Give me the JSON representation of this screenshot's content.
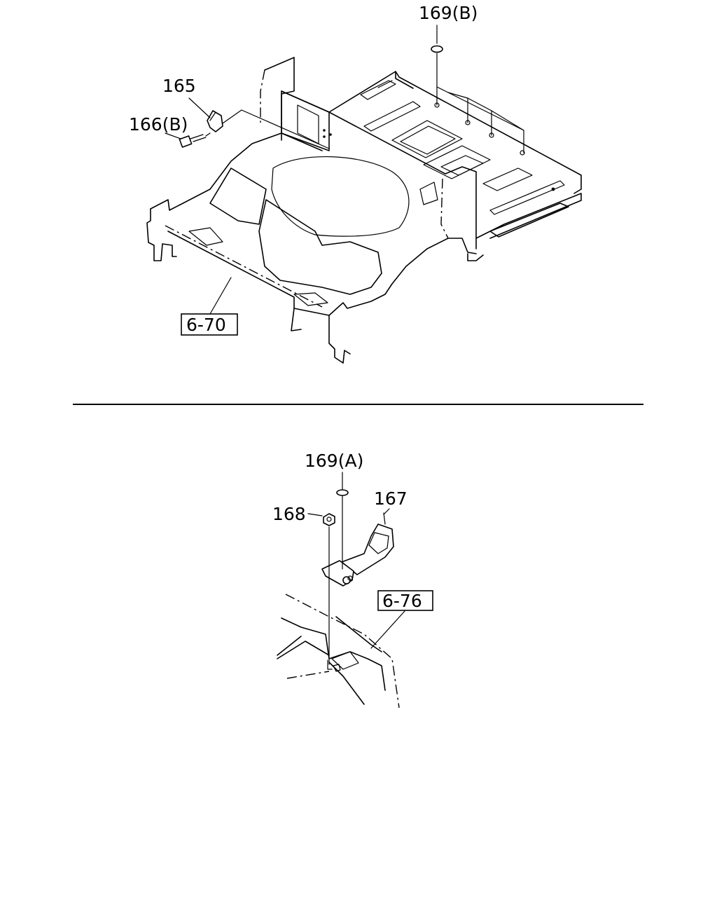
{
  "callouts": {
    "c169b": "169(B)",
    "c165": "165",
    "c166b": "166(B)",
    "c169a": "169(A)",
    "c168": "168",
    "c167": "167"
  },
  "refs": {
    "r670": "6-70",
    "r676": "6-76"
  }
}
